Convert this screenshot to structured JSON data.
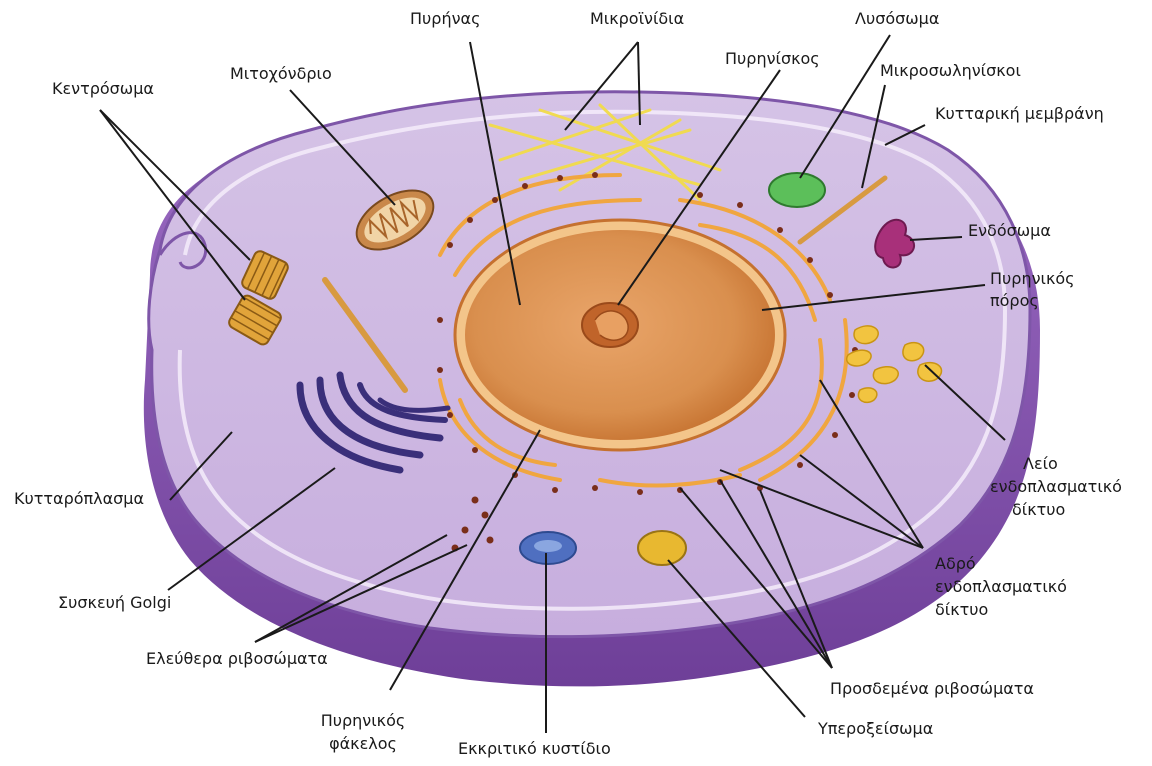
{
  "labels": {
    "pyrinas": "Πυρήνας",
    "mikroinidia": "Μικροϊνίδια",
    "lysosoma": "Λυσόσωμα",
    "kentrosoma": "Κεντρόσωμα",
    "mitochondrio": "Μιτοχόνδριο",
    "pyriniskos": "Πυρηνίσκος",
    "mikrosolinsiskoi": "Μικροσωληνίσκοι",
    "kyttariki_membrani": "Κυτταρική μεμβράνη",
    "endosoma": "Ενδόσωμα",
    "pyrinikos_poros_1": "Πυρηνικός",
    "pyrinikos_poros_2": "πόρος",
    "leio_er_1": "Λείο",
    "leio_er_2": "ενδοπλασματικό",
    "leio_er_3": "δίκτυο",
    "kyttaroplasma": "Κυτταρόπλασμα",
    "adro_er_1": "Αδρό",
    "adro_er_2": "ενδοπλασματικό",
    "adro_er_3": "δίκτυο",
    "syskevi_golgi": "Συσκευή Golgi",
    "eleuthera_ribosomata": "Ελεύθερα ριβοσώματα",
    "prosdemena_ribosomata": "Προσδεμένα ριβοσώματα",
    "pyrinikos_fakelos_1": "Πυρηνικός",
    "pyrinikos_fakelos_2": "φάκελος",
    "yperoxeisoma": "Υπεροξείσωμα",
    "ekkritiko_kystidio": "Εκκριτικό κυστίδιο"
  },
  "colors": {
    "cell_fill": "#c9b3de",
    "cell_rim": "#7e56a8",
    "cytoplasm": "#d8c7e8",
    "nucleus": "#d98f4e",
    "nucleus_rim": "#c26a2a",
    "er": "#f0a640",
    "ribosome": "#7a2e1a",
    "golgi": "#3a2f7a",
    "lysosome": "#5cbf5a",
    "endosome": "#a8307a",
    "peroxisome": "#e8b830",
    "vesicle": "#4f6fc0",
    "microfilament": "#f2dc4a"
  }
}
